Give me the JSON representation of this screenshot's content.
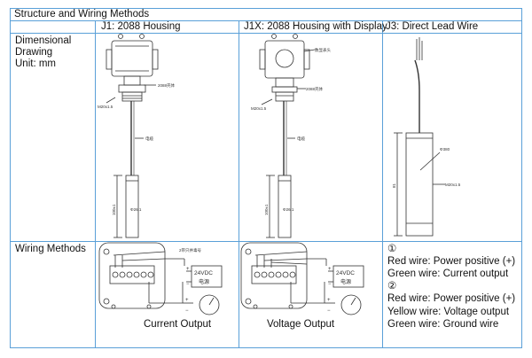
{
  "table": {
    "title": "Structure and Wiring Methods",
    "columns": [
      "J1: 2088 Housing",
      "J1X: 2088 Housing with Display",
      "J3: Direct Lead Wire"
    ],
    "rows": {
      "dimensional": {
        "label_lines": [
          "Dimensional",
          "Drawing",
          "Unit: mm"
        ]
      },
      "wiring": {
        "label": "Wiring Methods"
      }
    }
  },
  "wiring": {
    "j1_caption": "Current Output",
    "j1x_caption": "Voltage Output",
    "j3_lines": [
      "①",
      "Red wire: Power positive (+)",
      "Green wire: Current output",
      "②",
      "Red wire: Power positive (+)",
      "Yellow wire: Voltage output",
      "Green wire: Ground wire"
    ]
  },
  "drawing_labels": {
    "thread": "M20x1.5",
    "housing_note": "2088壳体",
    "display_note": "数显表头",
    "cable": "电缆",
    "probe_dia": "Φ26.1",
    "length": "100±1",
    "dia_j3": "Φ380",
    "len_j3": "81",
    "psu": "24VDC",
    "psu_sub": "电源",
    "terminal_note": "2带只并毒号"
  }
}
